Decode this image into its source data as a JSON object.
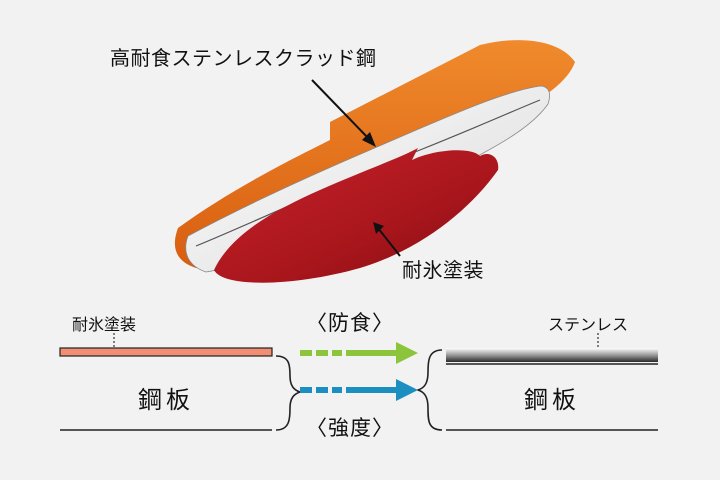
{
  "hull": {
    "clad_label": "高耐食ステンレスクラッド鋼",
    "ice_coating_label": "耐氷塗装"
  },
  "left_plate": {
    "coating_label": "耐氷塗装",
    "base_label": "鋼板"
  },
  "right_plate": {
    "cladding_label": "ステンレス",
    "base_label": "鋼板"
  },
  "benefits": {
    "corrosion_label": "〈防食〉",
    "strength_label": "〈強度〉"
  },
  "colors": {
    "background": "#f2f2f2",
    "hull_orange": "#e8711c",
    "hull_red": "#b51a1f",
    "hull_white": "#f4f4f4",
    "coating_salmon": "#f08f73",
    "arrow_green": "#8cc43c",
    "arrow_blue": "#1b8fbf"
  }
}
